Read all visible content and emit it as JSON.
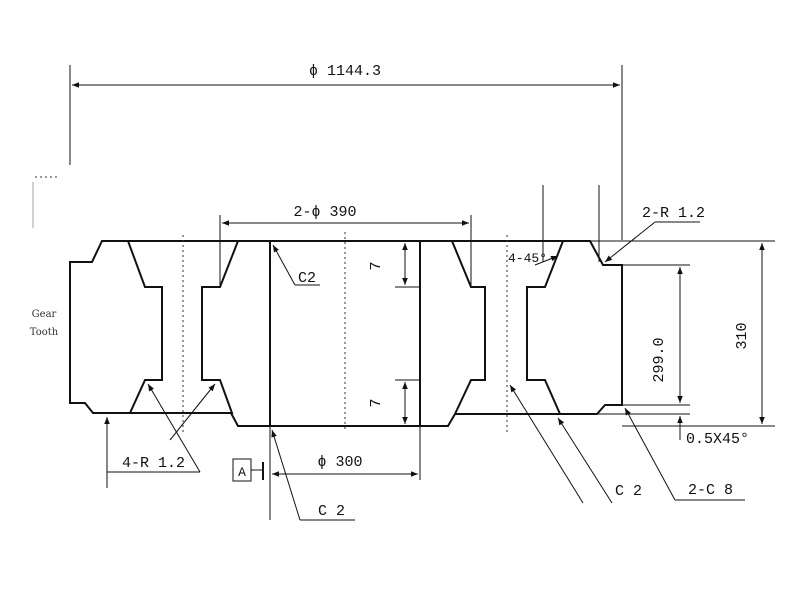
{
  "drawing": {
    "outer_diameter": "ϕ 1144.3",
    "bolt_circle": "2-ϕ 390",
    "bore_diameter": "ϕ 300",
    "height_total": "310",
    "height_inner": "299.0",
    "counterbore_depth_top": "7",
    "counterbore_depth_bottom": "7",
    "chamfer_bore_top": "C2",
    "chamfer_bore_bottom": "C 2",
    "chamfer_right": "C 2",
    "chamfer_angle": "4-45°",
    "radius_right": "2-R 1.2",
    "radius_left": "4-R 1.2",
    "chamfer_outer": "2-C 8",
    "edge_chamfer": "0.5X45°",
    "datum": "A",
    "gear_tooth_line1": "Gear",
    "gear_tooth_line2": "Tooth"
  }
}
